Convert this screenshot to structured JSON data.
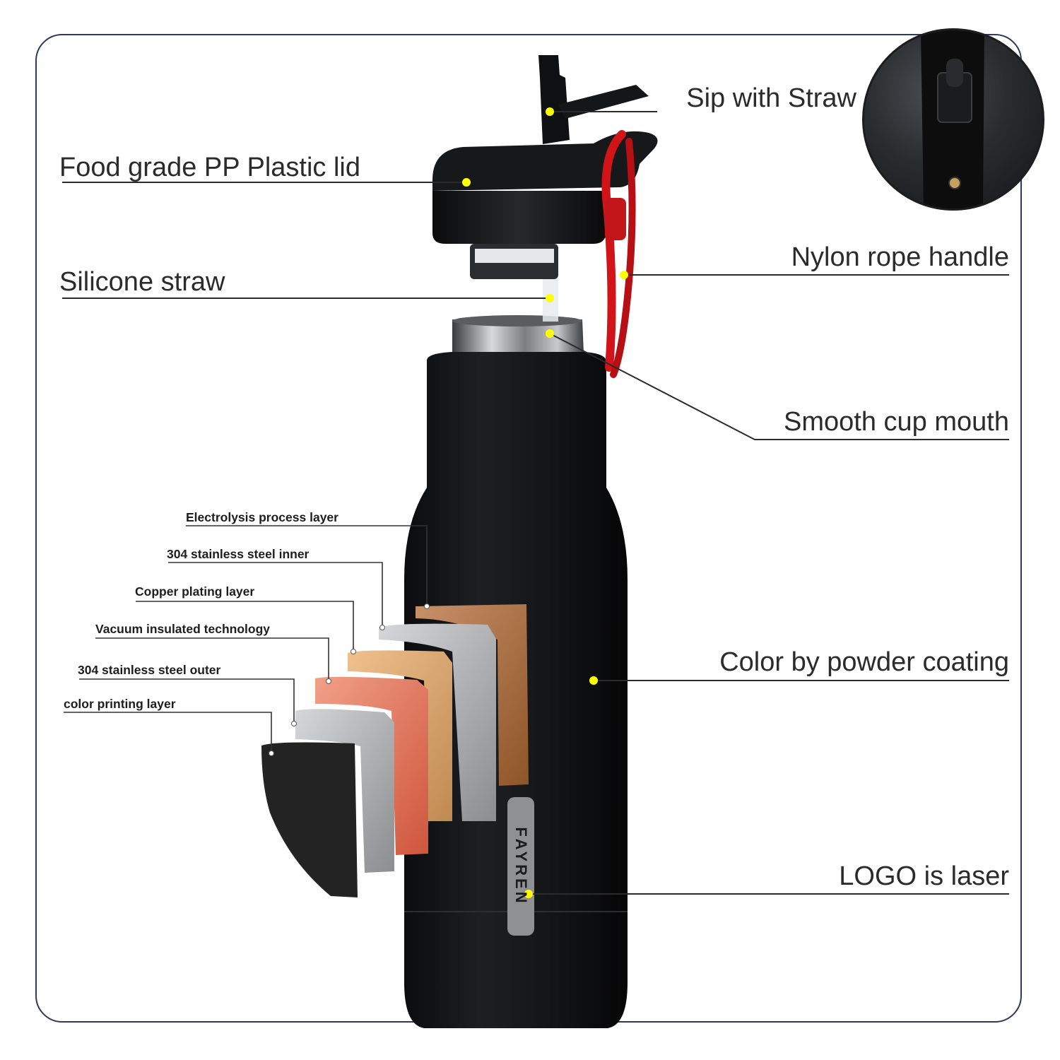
{
  "callouts": {
    "sip_with_straw": "Sip with Straw",
    "food_grade_lid": "Food grade PP Plastic lid",
    "silicone_straw": "Silicone straw",
    "nylon_rope_handle": "Nylon rope handle",
    "smooth_cup_mouth": "Smooth cup mouth",
    "color_by_powder_coating": "Color by powder coating",
    "logo_is_laser": "LOGO is laser"
  },
  "layers": [
    "Electrolysis process layer",
    "304 stainless steel inner",
    "Copper plating layer",
    "Vacuum insulated technology",
    "304 stainless steel outer",
    "color printing layer"
  ],
  "brand_logo": "FAYREN",
  "colors": {
    "frame": "#2e3a5c",
    "leader_line": "#2b2b2b",
    "callout_dot": "#ffff00",
    "bottle_body": "#111214",
    "rope": "#d0141a",
    "layer_copper": "#b57a4c",
    "layer_steel": "#b6b8bc",
    "layer_gold": "#dba36a",
    "layer_salmon": "#e2735a",
    "layer_steel_outer": "#a9abae",
    "layer_black": "#232323"
  }
}
